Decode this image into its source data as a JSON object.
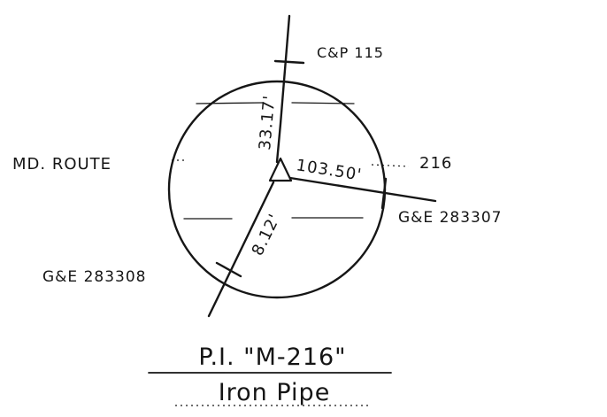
{
  "labels": {
    "cp_pole": "C&P 115",
    "ge_pole_east": "G&E 283307",
    "ge_pole_southwest": "G&E 283308",
    "road_left": "MD. ROUTE",
    "road_right": "216"
  },
  "measurements": {
    "to_north_pole": "33.17'",
    "to_east_pole": "103.50'",
    "to_southwest_pole": "8.12'"
  },
  "caption": {
    "title": "P.I. \"M-216\"",
    "subtitle": "Iron Pipe"
  },
  "colors": {
    "ink": "#161616",
    "paper": "#ffffff"
  }
}
